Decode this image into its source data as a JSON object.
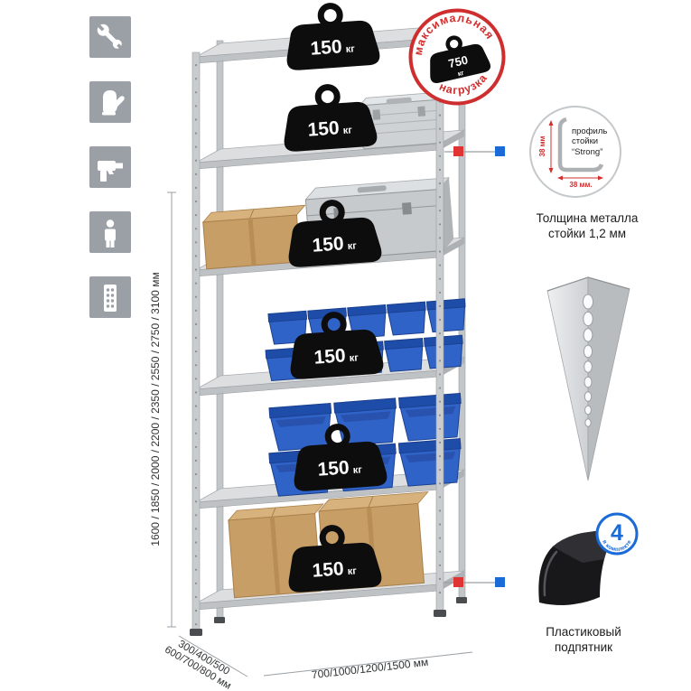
{
  "icons": [
    {
      "name": "wrench-icon"
    },
    {
      "name": "gloves-icon"
    },
    {
      "name": "drill-icon"
    },
    {
      "name": "person-icon"
    },
    {
      "name": "rack-post-icon"
    }
  ],
  "dimensions": {
    "height_values": "1600 / 1850 / 2000 / 2200 / 2350 / 2550 / 2750 / 3100 мм",
    "depth_line1": "300/400/500",
    "depth_line2": "600/700/800 мм",
    "width_values": "700/1000/1200/1500 мм"
  },
  "shelf_load": {
    "value": "150",
    "unit": "кг"
  },
  "stamp": {
    "arc_top": "максимальная",
    "arc_bottom": "нагрузка",
    "value": "750",
    "unit": "кг"
  },
  "profile": {
    "label1": "профиль",
    "label2": "стойки",
    "label3": "“Strong”",
    "dim_v": "38 мм",
    "dim_h": "38 мм.",
    "caption1": "Толщина металла",
    "caption2": "стойки 1,2 мм"
  },
  "foot": {
    "badge_value": "4",
    "badge_text": "в комплекте",
    "caption1": "Пластиковый",
    "caption2": "подпятник"
  },
  "colors": {
    "accent_red": "#d22f2f",
    "accent_blue": "#1a6bd8",
    "bin_blue": "#2f63c8",
    "cardboard": "#c79e66",
    "metal_grey": "#c9cdd0"
  }
}
